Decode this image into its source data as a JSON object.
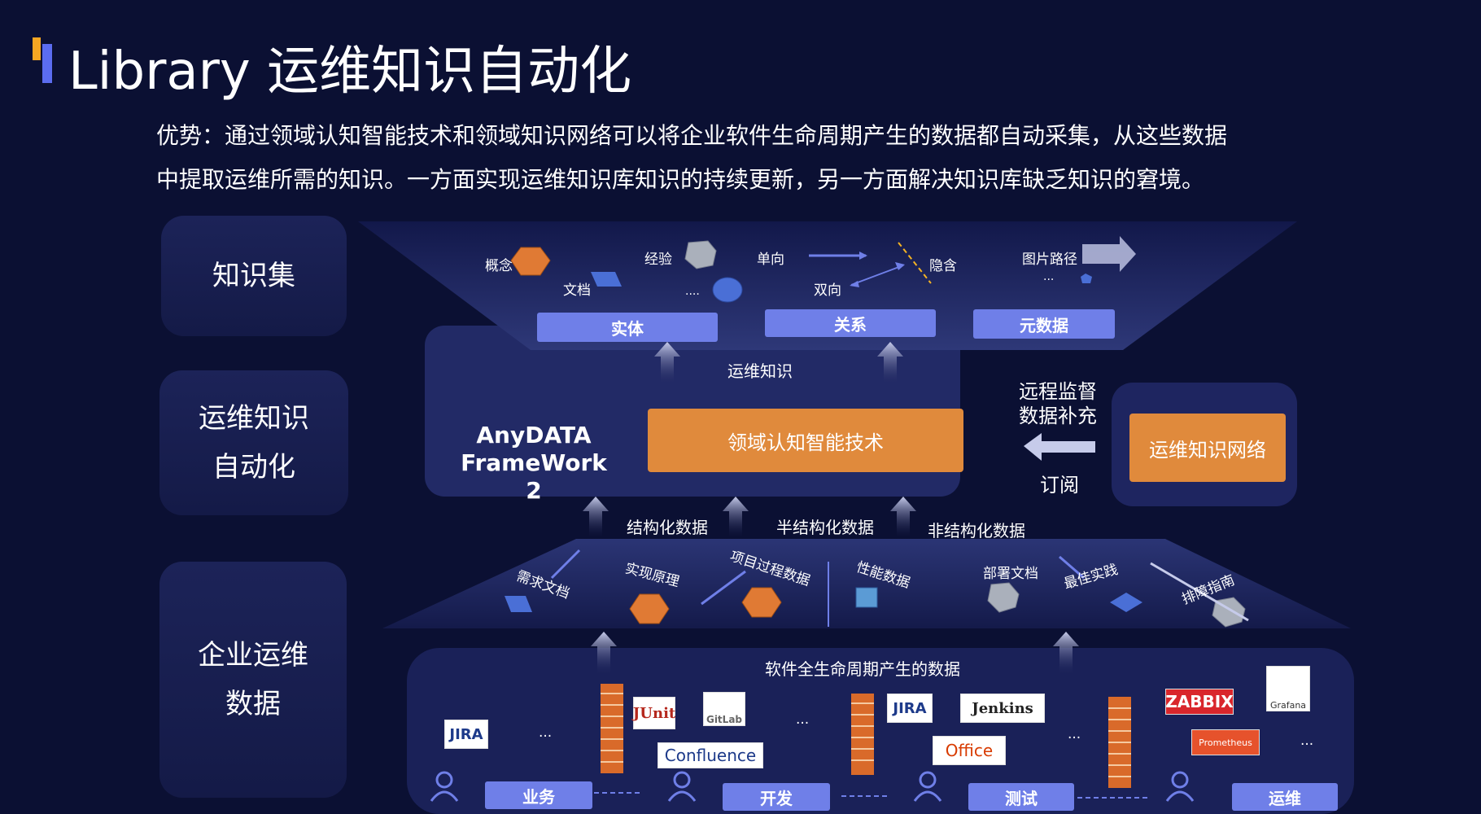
{
  "title": "Library 运维知识自动化",
  "intro": {
    "line1": "优势：通过领域认知智能技术和领域知识网络可以将企业软件生命周期产生的数据都自动采集，从这些数据",
    "line2": "中提取运维所需的知识。一方面实现运维知识库知识的持续更新，另一方面解决知识库缺乏知识的窘境。"
  },
  "row_labels": {
    "knowledge_set": "知识集",
    "automation_l1": "运维知识",
    "automation_l2": "自动化",
    "enterprise_l1": "企业运维",
    "enterprise_l2": "数据"
  },
  "top_funnel": {
    "concept": "概念",
    "document": "文档",
    "experience": "经验",
    "ellipsis": "....",
    "one_way": "单向",
    "two_way": "双向",
    "implicit": "隐含",
    "image_path": "图片路径",
    "ellipsis2": "...",
    "entity_btn": "实体",
    "relation_btn": "关系",
    "metadata_btn": "元数据"
  },
  "middle": {
    "ops_knowledge": "运维知识",
    "framework_l1": "AnyDATA",
    "framework_l2": "FrameWork 2",
    "cognitive_tech": "领域认知智能技术",
    "remote_l1": "远程监督",
    "remote_l2": "数据补充",
    "subscribe": "订阅",
    "knowledge_network": "运维知识网络",
    "structured": "结构化数据",
    "semi_structured": "半结构化数据",
    "unstructured": "非结构化数据"
  },
  "bottom_funnel": {
    "requirements_doc": "需求文档",
    "impl_principle": "实现原理",
    "project_process": "项目过程数据",
    "perf_data": "性能数据",
    "deploy_doc": "部署文档",
    "best_practice": "最佳实践",
    "troubleshoot": "排障指南"
  },
  "lifecycle": {
    "title": "软件全生命周期产生的数据",
    "dots": "...",
    "logos": {
      "jira": "JIRA",
      "junit": "JUnit",
      "gitlab": "GitLab",
      "confluence": "Confluence",
      "jenkins": "Jenkins",
      "office": "Office",
      "zabbix": "ZABBIX",
      "grafana": "Grafana",
      "prometheus": "Prometheus"
    },
    "roles": {
      "business": "业务",
      "dev": "开发",
      "test": "测试",
      "ops": "运维"
    }
  },
  "colors": {
    "background": "#0b1033",
    "accent_blue": "#6f7fe8",
    "accent_orange": "#e08a3c",
    "title_mark_orange": "#f5a623"
  }
}
